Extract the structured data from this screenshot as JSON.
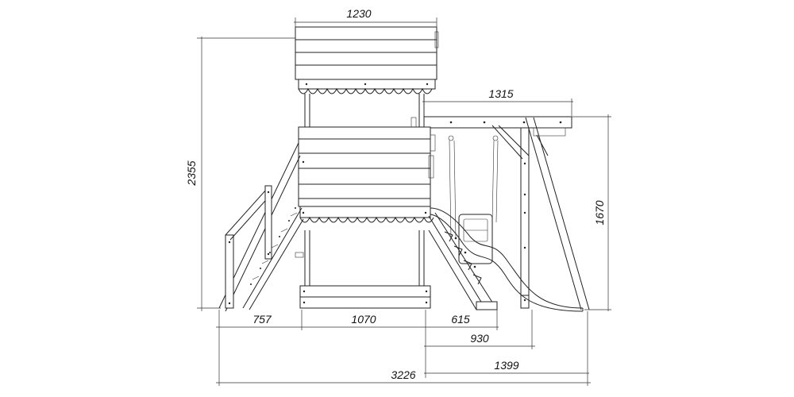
{
  "dimensions": {
    "roof_width": "1230",
    "overall_height": "2355",
    "swing_beam_length": "1315",
    "swing_height": "1670",
    "left_stair": "757",
    "platform_width": "1070",
    "right_stair": "615",
    "swing_base": "930",
    "slide_reach": "1399",
    "overall_length": "3226"
  }
}
